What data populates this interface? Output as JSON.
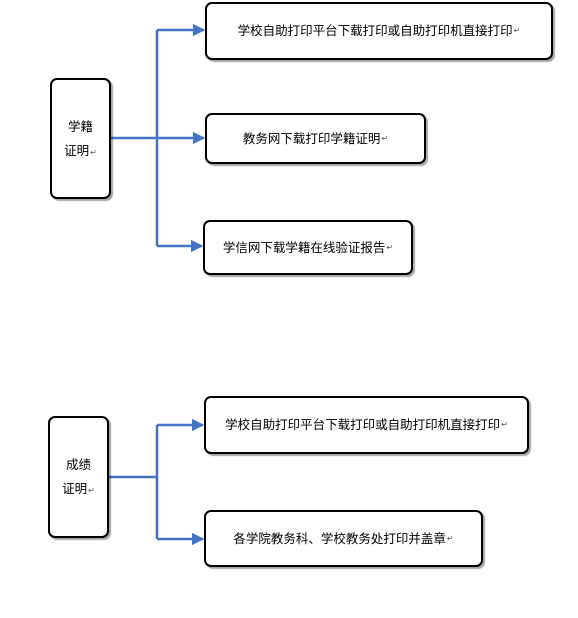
{
  "colors": {
    "connector": "#4472C4",
    "box_border": "#000000",
    "text": "#000000"
  },
  "return_mark": "↵",
  "groups": [
    {
      "source": {
        "line1": "学籍",
        "line2": "证明"
      },
      "targets": [
        {
          "label": "学校自助打印平台下载打印或自助打印机直接打印"
        },
        {
          "label": "教务网下载打印学籍证明"
        },
        {
          "label": "学信网下载学籍在线验证报告"
        }
      ]
    },
    {
      "source": {
        "line1": "成绩",
        "line2": "证明"
      },
      "targets": [
        {
          "label": "学校自助打印平台下载打印或自助打印机直接打印"
        },
        {
          "label": "各学院教务科、学校教务处打印并盖章"
        }
      ]
    }
  ]
}
